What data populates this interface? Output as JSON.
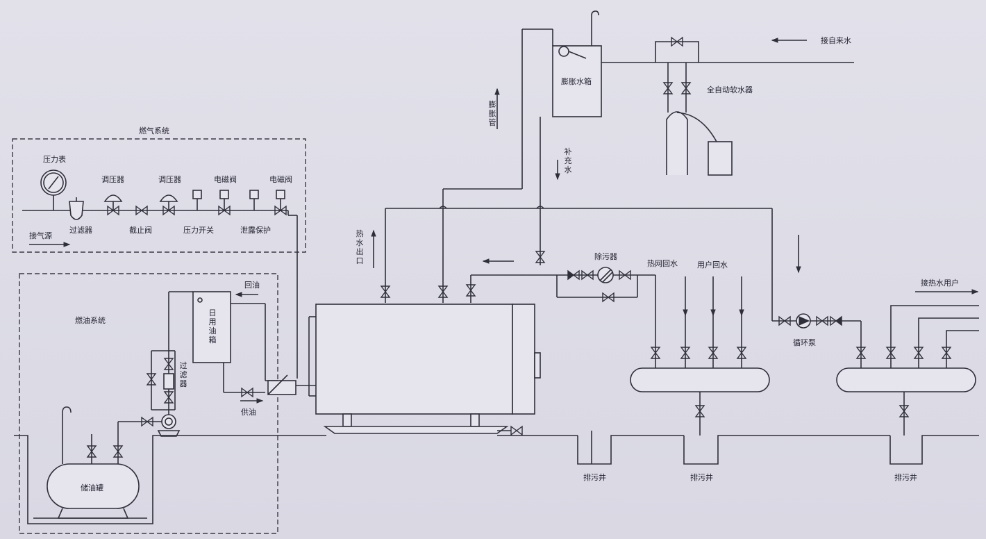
{
  "gas_system": {
    "title": "燃气系统",
    "pressure_gauge": "压力表",
    "regulator_1": "调压器",
    "regulator_2": "调压器",
    "solenoid_valve_1": "电磁阀",
    "solenoid_valve_2": "电磁阀",
    "gas_inlet": "接气源",
    "filter": "过滤器",
    "shutoff_valve": "截止阀",
    "pressure_switch": "压力开关",
    "leak_protection": "泄露保护"
  },
  "oil_system": {
    "title": "燃油系统",
    "oil_return": "回油",
    "day_tank": "日用油箱",
    "filter": "过滤器",
    "oil_supply": "供油",
    "storage_tank": "储油罐"
  },
  "water_system": {
    "expansion_tank": "膨胀水箱",
    "softener": "全自动软水器",
    "tap_water_inlet": "接自来水",
    "expansion_pipe": "膨胀管",
    "makeup_water": "补充水",
    "hot_water_outlet": "热水出口",
    "dirt_separator": "除污器",
    "heating_return": "热网回水",
    "user_return": "用户回水",
    "circulation_pump": "循环泵",
    "hot_water_users": "接热水用户",
    "drain_well_1": "排污井",
    "drain_well_2": "排污井",
    "drain_well_3": "排污井"
  }
}
